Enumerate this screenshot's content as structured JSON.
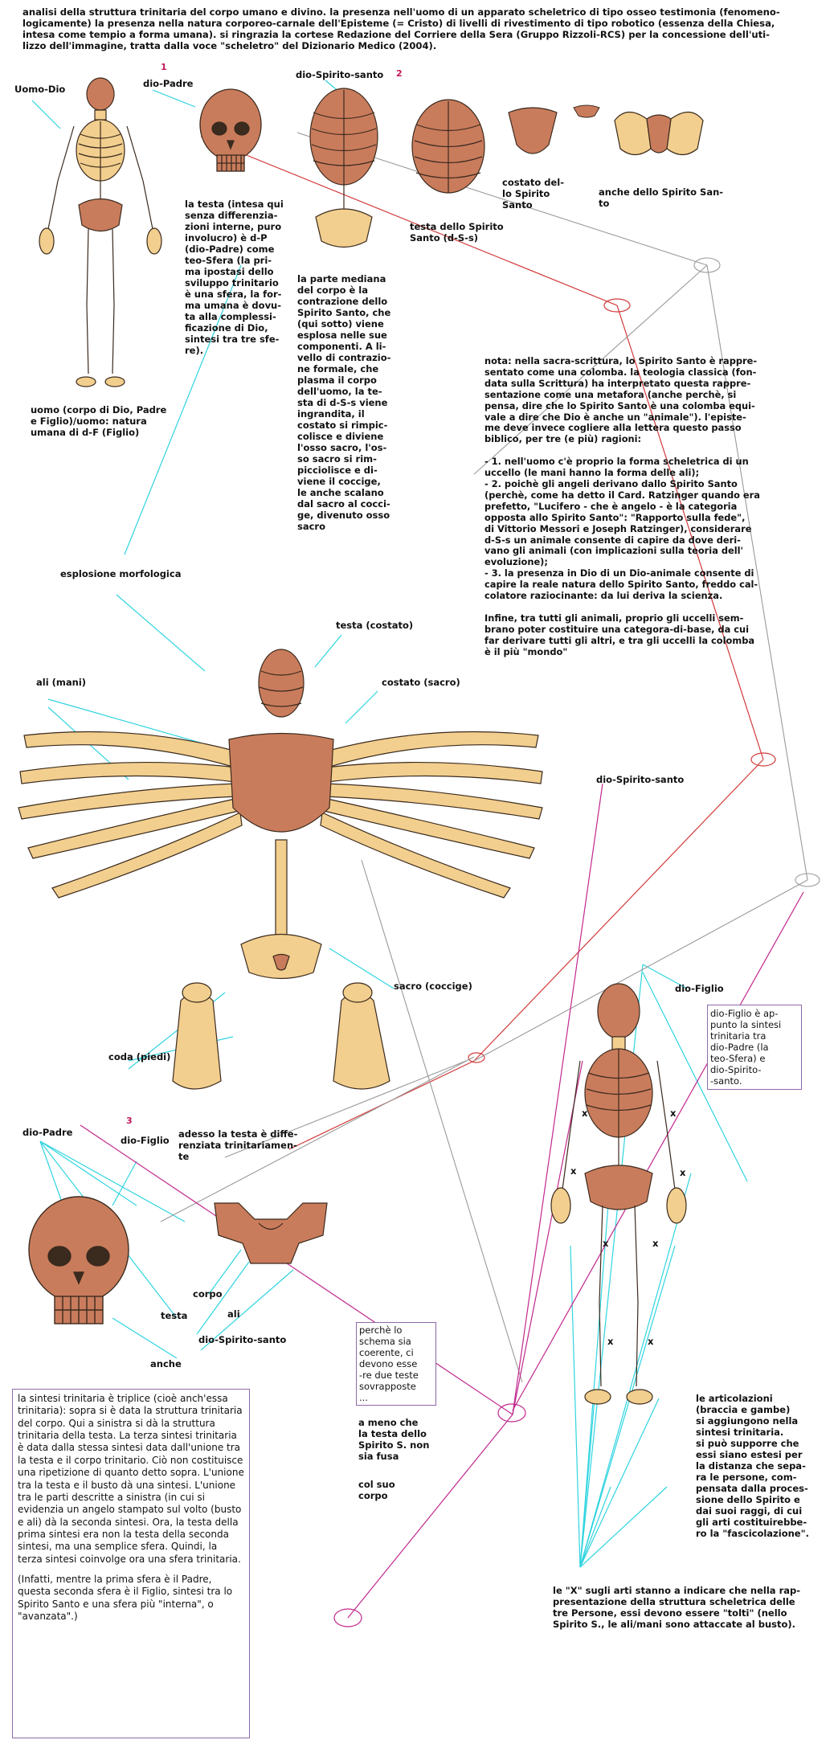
{
  "intro": "analisi della struttura trinitaria del corpo umano e divino. la presenza nell'uomo di un apparato scheletrico di tipo osseo testimonia (fenomeno-\nlogicamente) la presenza nella natura corporeo-carnale dell'Episteme (= Cristo) di livelli di rivestimento di tipo robotico (essenza della Chiesa,\nintesa come tempio a forma umana). si ringrazia la cortese Redazione del Corriere della Sera (Gruppo Rizzoli-RCS) per la concessione dell'uti-\nlizzo dell'immagine, tratta dalla voce \"scheletro\" del Dizionario Medico (2004).",
  "numbers": {
    "n1": "1",
    "n2": "2",
    "n3": "3"
  },
  "labels": {
    "uomo_dio": "Uomo-Dio",
    "dio_padre_top": "dio-Padre",
    "dio_spirito_santo_top": "dio-Spirito-santo",
    "costato_spirito": "costato del-\nlo Spirito\nSanto",
    "anche_spirito": "anche dello Spirito San-\nto",
    "testa_spirito": "testa dello Spirito\nSanto (d-S-s)",
    "esplosione": "esplosione morfologica",
    "testa_costato": "testa (costato)",
    "ali_mani": "ali (mani)",
    "costato_sacro": "costato (sacro)",
    "dio_spirito_santo_mid": "dio-Spirito-santo",
    "sacro_coccige": "sacro (coccige)",
    "coda_piedi": "coda (piedi)",
    "dio_figlio_right": "dio-Figlio",
    "dio_padre_bottom": "dio-Padre",
    "dio_figlio_bottom": "dio-Figlio",
    "adesso_testa": "adesso la testa è diffe-\nrenziata trinitariamen-\nte",
    "corpo": "corpo",
    "testa_b": "testa",
    "ali_b": "ali",
    "dio_spirito_santo_b": "dio-Spirito-santo",
    "anche_b": "anche",
    "x_mark": "x"
  },
  "texts": {
    "uomo_corpo": "uomo (corpo di Dio, Padre\ne Figlio)/uomo: natura\numana di d-F (Figlio)",
    "testa_intesa": "la testa (intesa qui\nsenza differenzia-\nzioni interne, puro\ninvolucro) è d-P\n(dio-Padre) come\nteo-Sfera (la pri-\nma ipostasi dello\nsviluppo trinitario\nè una sfera, la for-\nma umana è dovu-\nta alla complessi-\nficazione di Dio,\nsintesi tra tre sfe-\nre).",
    "parte_mediana": "la parte mediana\ndel corpo è la\ncontrazione dello\nSpirito Santo, che\n(qui sotto) viene\nesplosa nelle sue\ncomponenti. A li-\nvello di contrazio-\nne formale, che\nplasma il corpo\ndell'uomo, la te-\nsta di d-S-s viene\ningrandita, il\ncostato si rimpic-\ncolisce e diviene\nl'osso sacro, l'os-\nso sacro si rim-\npicciolisce e di-\nviene il coccige,\nle anche scalano\ndal sacro al cocci-\nge, divenuto osso\nsacro",
    "nota": "nota: nella sacra-scrittura, lo Spirito Santo è rappre-\nsentato come una colomba. la teologia classica (fon-\ndata sulla Scrittura) ha interpretato questa rappre-\nsentazione come una metafora (anche perchè, si\npensa, dire che lo Spirito Santo è una colomba equi-\nvale a dire che Dio è anche un \"animale\"). l'episte-\nme deve invece cogliere alla lettera questo passo\nbiblico, per tre (e più) ragioni:\n\n- 1. nell'uomo c'è proprio la forma scheletrica di un\nuccello (le mani hanno la forma delle ali);\n- 2. poichè gli angeli derivano dallo Spirito Santo\n(perchè, come ha detto il Card. Ratzinger quando era\nprefetto, \"Lucifero - che è angelo - è la categoria\nopposta allo Spirito Santo\": \"Rapporto sulla fede\",\ndi Vittorio Messori e Joseph Ratzinger), considerare\nd-S-s un animale consente di capire da dove deri-\nvano gli animali (con implicazioni sulla teoria dell'\nevoluzione);\n- 3. la presenza in Dio di un Dio-animale consente di\ncapire la reale natura dello Spirito Santo, freddo cal-\ncolatore raziocinante: da lui deriva la scienza.\n\nInfine, tra tutti gli animali, proprio gli uccelli sem-\nbrano poter costituire una categora-di-base, da cui\nfar derivare tutti gli altri, e tra gli uccelli la colomba\nè il più \"mondo\"",
    "dio_figlio_box": "dio-Figlio è ap-\npunto la sintesi\ntrinitaria tra\ndio-Padre (la\nteo-Sfera) e\ndio-Spirito-\n-santo.",
    "perche_lo": "perchè lo\nschema sia\ncoerente, ci\ndevono esse\n-re due teste\nsovrapposte\n...",
    "a_meno_che": "a meno che\nla testa dello\nSpirito S. non\nsia fusa",
    "col_suo": "col suo\ncorpo",
    "articolazioni": "le articolazioni\n(braccia e gambe)\nsi aggiungono nella\nsintesi trinitaria.\nsi può supporre che\nessi siano estesi per\nla distanza che sepa-\nra le persone, com-\npensata dalla proces-\nsione dello Spirito e\ndai suoi raggi, di cui\ngli arti costituirebbe-\nro la \"fascicolazione\".",
    "le_x": "le \"X\" sugli arti stanno a indicare che nella rap-\npresentazione della struttura scheletrica delle\ntre Persone, essi devono essere \"tolti\" (nello\nSpirito S., le ali/mani sono attaccate al busto).",
    "sintesi_triplice": "la sintesi trinitaria è triplice (cioè anch'essa trinitaria): sopra si è data la struttura trinitaria del corpo. Qui a sinistra si dà la struttura trinitaria della testa. La terza sintesi trinitaria è data dalla stessa sintesi data dall'unione tra la testa e il corpo trinitario. Ciò non costituisce una ripetizione di quanto detto sopra. L'unione tra la testa e il busto dà una sintesi. L'unione tra le parti descritte a sinistra (in cui si evidenzia un angelo stampato sul volto (busto e ali) dà la seconda sintesi. Ora, la testa della prima sintesi era non la testa della seconda sintesi, ma una semplice sfera. Quindi, la terza sintesi coinvolge ora una sfera trinitaria.",
    "infatti": "(Infatti, mentre la prima sfera è il Padre, questa seconda sfera è il Figlio, sintesi tra lo Spirito Santo e una sfera più \"interna\", o \"avanzata\".)"
  },
  "colors": {
    "bone": "#f2cf8e",
    "skull": "#c97c5c",
    "outline": "#3b2a1e",
    "cyan": "#2fd4e0",
    "red": "#d23a3a",
    "magenta": "#c2278e",
    "gray": "#9a9a9a"
  }
}
